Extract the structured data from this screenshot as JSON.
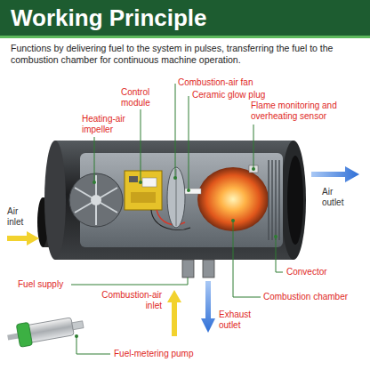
{
  "diagram": {
    "title": "Working Principle",
    "caption": "Functions by delivering fuel to the system in pulses, transferring the fuel to the combustion chamber for continuous machine operation.",
    "labels": [
      "Control module",
      "Combustion-air fan",
      "Ceramic glow plug",
      "Heating-air impeller",
      "Flame monitoring and overheating sensor",
      "Air outlet",
      "Air inlet",
      "Fuel supply",
      "Convector",
      "Combustion-air inlet",
      "Combustion chamber",
      "Exhaust outlet",
      "Fuel-metering pump"
    ]
  }
}
